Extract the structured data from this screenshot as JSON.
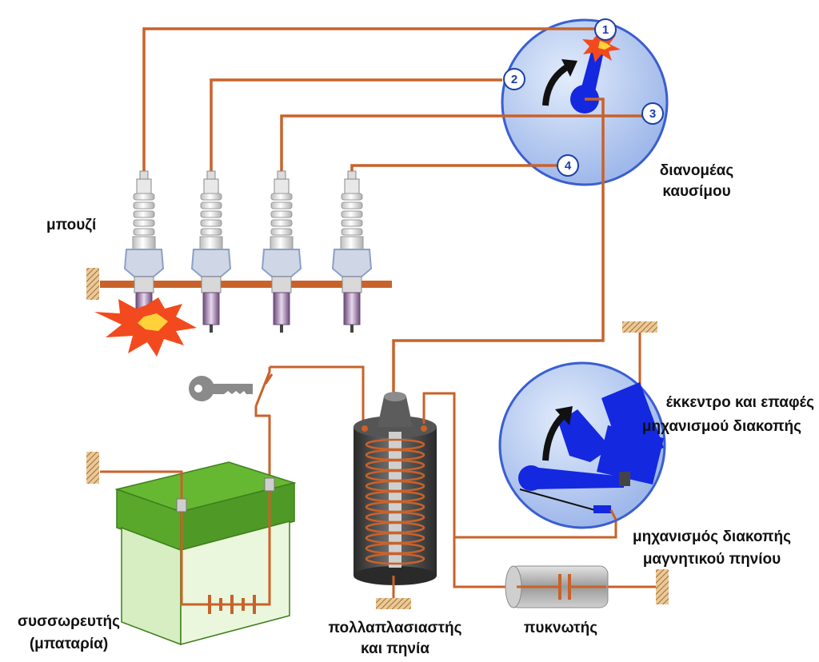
{
  "labels": {
    "spark_plugs": "μπουζί",
    "distributor_line1": "διανομέας",
    "distributor_line2": "καυσίμου",
    "cam_contacts_line1": "έκκεντρο και επαφές",
    "cam_contacts_line2": "μηχανισμού διακοπής",
    "breaker_line1": "μηχανισμός διακοπής",
    "breaker_line2": "μαγνητικού πηνίου",
    "battery_line1": "συσσωρευτής",
    "battery_line2": "(μπαταρία)",
    "coil_line1": "πολλαπλασιαστής",
    "coil_line2": "και πηνία",
    "condenser": "πυκνωτής"
  },
  "distributor_terminals": [
    "1",
    "2",
    "3",
    "4"
  ],
  "colors": {
    "wire": "#c8622a",
    "disc_fill": "#b7cdf0",
    "disc_edge": "#3b5fd0",
    "mechanism_blue": "#1428e0",
    "battery_green": "#6cbf3c",
    "battery_body": "#e6f5cf",
    "coil_dark": "#3c3c3c",
    "ground_hatch": "#b07a3a",
    "spark": "#f24a1e"
  }
}
